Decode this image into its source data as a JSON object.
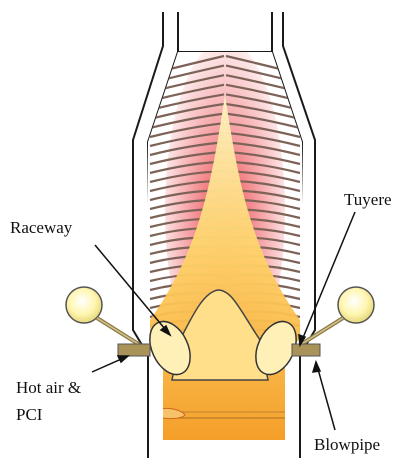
{
  "labels": {
    "raceway": "Raceway",
    "tuyere": "Tuyere",
    "hot_air_line1": "Hot air &",
    "hot_air_line2": "PCI",
    "blowpipe": "Blowpipe"
  },
  "colors": {
    "shell": "#1a1a1a",
    "burden_layer": "#8a6f66",
    "hot_zone": "#e8242b",
    "flame_top": "#ffe6a8",
    "flame_bottom": "#f39a1c",
    "bulb": "#fff6b0",
    "pipe": "#9a8a58"
  },
  "icons": [
    "blast-furnace-shell",
    "raceway-ellipse",
    "tuyere-nozzle",
    "blowpipe",
    "hot-air-bulb"
  ]
}
